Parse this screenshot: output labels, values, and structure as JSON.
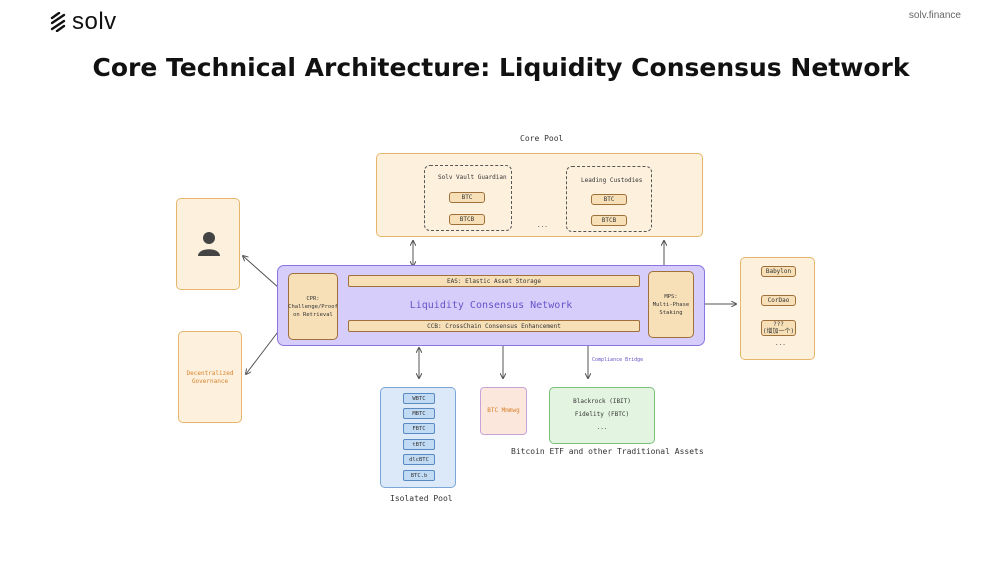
{
  "header": {
    "logo_text": "solv",
    "site_url": "solv.finance",
    "title": "Core Technical Architecture: Liquidity Consensus Network"
  },
  "diagram": {
    "core_pool": {
      "label": "Core Pool",
      "vault_guardian": {
        "title": "Solv Vault Guardian",
        "chips": [
          "BTC",
          "BTCB"
        ]
      },
      "custodians": {
        "title": "Leading Custodies",
        "chips": [
          "BTC",
          "BTCB"
        ]
      },
      "more": "..."
    },
    "user": {
      "icon": "user-icon"
    },
    "governance": {
      "line1": "Decentralized",
      "line2": "Governance"
    },
    "lcn": {
      "title": "Liquidity Consensus Network",
      "eas": "EAS: Elastic Asset Storage",
      "ccb": "CCB: CrossChain Consensus Enhancement",
      "cpr": {
        "line1": "CPR:",
        "line2": "Challenge/Proof",
        "line3": "on Retrieval"
      },
      "mps": {
        "line1": "MPS:",
        "line2": "Multi-Phase",
        "line3": "Staking"
      }
    },
    "right_list": {
      "items": [
        "Babylon",
        "CorDao",
        "???",
        "(增加一个)"
      ],
      "more": "..."
    },
    "isolated_pool": {
      "label": "Isolated Pool",
      "items": [
        "WBTC",
        "MBTC",
        "FBTC",
        "tBTC",
        "dlcBTC",
        "BTC.b"
      ]
    },
    "btc_mm": {
      "label": "BTC Mmmwg"
    },
    "etf": {
      "items": [
        "Blackrock (IBIT)",
        "Fidelity (FBTC)"
      ],
      "more": "...",
      "label": "Bitcoin ETF and other Traditional Assets"
    },
    "compliance_bridge": "Compliance Bridge"
  }
}
